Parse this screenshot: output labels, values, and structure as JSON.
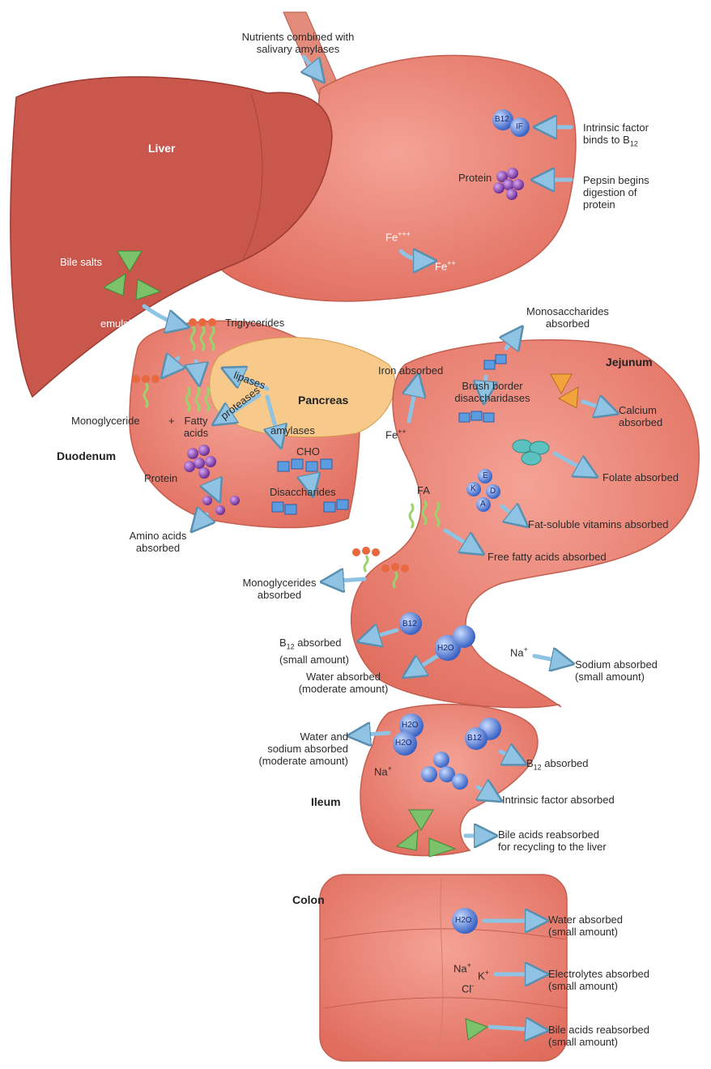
{
  "colors": {
    "organ_fill": "#e98676",
    "liver_fill": "#c9574c",
    "pancreas_fill": "#f7c98a",
    "arrow": "#8fc3e3",
    "molecule_blue": "#4f7fd6",
    "molecule_purple": "#8b4bb0",
    "triangle_green": "#7cc26b",
    "triangle_orange": "#f2a33c",
    "teal": "#5cc2c0"
  },
  "organs": {
    "liver": "Liver",
    "duodenum": "Duodenum",
    "pancreas": "Pancreas",
    "jejunum": "Jejunum",
    "ileum": "Ileum",
    "colon": "Colon"
  },
  "stomach": {
    "nutrients_l1": "Nutrients combined with",
    "nutrients_l2": "salivary amylases",
    "intrinsic_l1": "Intrinsic factor",
    "intrinsic_l2": "binds to B",
    "intrinsic_sub": "12",
    "protein": "Protein",
    "pepsin_l1": "Pepsin begins",
    "pepsin_l2": "digestion of",
    "pepsin_l3": "protein",
    "fe3": "Fe",
    "fe3_sup": "+++",
    "fe2": "Fe",
    "fe2_sup": "++"
  },
  "liver_area": {
    "bile_salts": "Bile salts",
    "emulsify": "emulsify"
  },
  "duodenum_area": {
    "triglycerides": "Triglycerides",
    "monoglyceride": "Monoglyceride",
    "plus": "+",
    "fatty_l1": "Fatty",
    "fatty_l2": "acids",
    "lipases": "lipases",
    "proteases": "proteases",
    "amylases": "amylases",
    "protein": "Protein",
    "amino_l1": "Amino acids",
    "amino_l2": "absorbed",
    "cho": "CHO",
    "disaccharides": "Disaccharides",
    "fe2": "Fe",
    "fe2_sup": "++",
    "iron_absorbed": "Iron absorbed"
  },
  "jejunum_area": {
    "mono_l1": "Monosaccharides",
    "mono_l2": "absorbed",
    "brush_l1": "Brush border",
    "brush_l2": "disaccharidases",
    "calcium_l1": "Calcium",
    "calcium_l2": "absorbed",
    "folate": "Folate absorbed",
    "fat_soluble": "Fat-soluble vitamins absorbed",
    "fa": "FA",
    "free_fatty": "Free fatty acids absorbed",
    "monoglycerides_l1": "Monoglycerides",
    "monoglycerides_l2": "absorbed",
    "b12_l1": "B",
    "b12_sub": "12",
    "b12_l1_tail": " absorbed",
    "b12_l2": "(small amount)",
    "water_l1": "Water absorbed",
    "water_l2": "(moderate amount)",
    "na": "Na",
    "na_sup": "+",
    "sodium_l1": "Sodium absorbed",
    "sodium_l2": "(small amount)"
  },
  "ileum_area": {
    "water_sodium_l1": "Water and",
    "water_sodium_l2": "sodium absorbed",
    "water_sodium_l3": "(moderate amount)",
    "na": "Na",
    "na_sup": "+",
    "b12": "B",
    "b12_sub": "12",
    "b12_tail": " absorbed",
    "intrinsic": "Intrinsic factor absorbed",
    "bile_l1": "Bile acids reabsorbed",
    "bile_l2": "for recycling to the liver"
  },
  "colon_area": {
    "water_l1": "Water absorbed",
    "water_l2": "(small amount)",
    "electrolytes_l1": "Electrolytes absorbed",
    "electrolytes_l2": "(small amount)",
    "bile_l1": "Bile acids reabsorbed",
    "bile_l2": "(small amount)",
    "na": "Na",
    "na_sup": "+",
    "k": "K",
    "k_sup": "+",
    "cl": "Cl",
    "cl_sup": "-"
  },
  "molecules": {
    "b12": "B12",
    "if": "IF",
    "h2o": "H2O",
    "vit_k": "K",
    "vit_e": "E",
    "vit_d": "D",
    "vit_a": "A"
  }
}
